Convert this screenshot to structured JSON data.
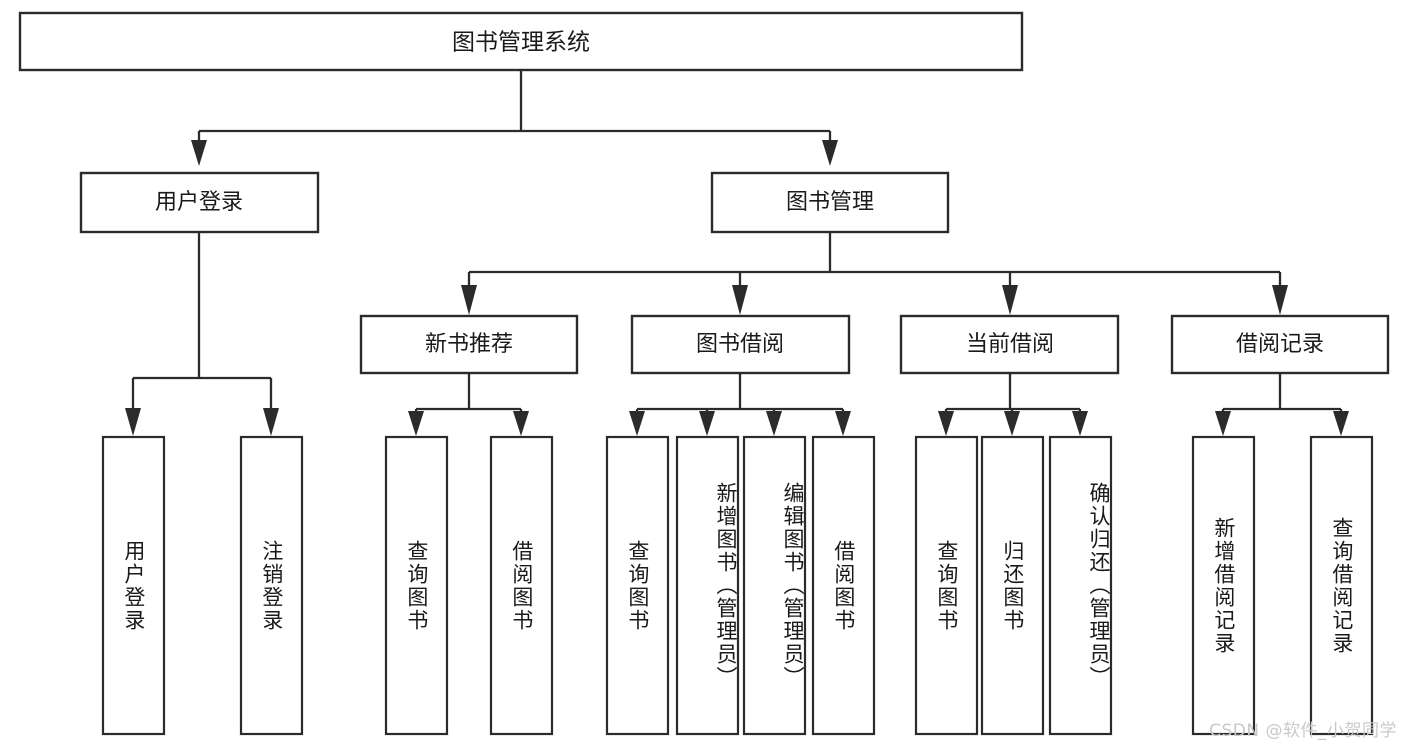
{
  "diagram": {
    "type": "tree",
    "title": "图书管理系统",
    "orientation": "top-down",
    "colors": {
      "box_stroke": "#2b2b2b",
      "box_fill": "#ffffff",
      "text": "#1a1a1a",
      "background": "#ffffff",
      "watermark": "#c9c9c9"
    },
    "root": {
      "label": "图书管理系统"
    },
    "level1": [
      {
        "id": "user-login",
        "label": "用户登录"
      },
      {
        "id": "book-management",
        "label": "图书管理"
      }
    ],
    "level2": [
      {
        "id": "new-book-recommend",
        "label": "新书推荐",
        "parent": "book-management"
      },
      {
        "id": "book-borrow",
        "label": "图书借阅",
        "parent": "book-management"
      },
      {
        "id": "current-borrow",
        "label": "当前借阅",
        "parent": "book-management"
      },
      {
        "id": "borrow-record",
        "label": "借阅记录",
        "parent": "book-management"
      }
    ],
    "leaves": {
      "user-login": [
        {
          "id": "leaf-user-login",
          "label": "用户登录"
        },
        {
          "id": "leaf-logout",
          "label": "注销登录"
        }
      ],
      "new-book-recommend": [
        {
          "id": "leaf-query-book-1",
          "label": "查询图书"
        },
        {
          "id": "leaf-borrow-book-1",
          "label": "借阅图书"
        }
      ],
      "book-borrow": [
        {
          "id": "leaf-query-book-2",
          "label": "查询图书"
        },
        {
          "id": "leaf-add-book",
          "label": "新增图书（管理员）"
        },
        {
          "id": "leaf-edit-book",
          "label": "编辑图书（管理员）"
        },
        {
          "id": "leaf-borrow-book-2",
          "label": "借阅图书"
        }
      ],
      "current-borrow": [
        {
          "id": "leaf-query-book-3",
          "label": "查询图书"
        },
        {
          "id": "leaf-return-book",
          "label": "归还图书"
        },
        {
          "id": "leaf-confirm-return",
          "label": "确认归还（管理员）"
        }
      ],
      "borrow-record": [
        {
          "id": "leaf-add-record",
          "label": "新增借阅记录"
        },
        {
          "id": "leaf-query-record",
          "label": "查询借阅记录"
        }
      ]
    }
  },
  "watermark": {
    "text": "CSDN @软件_小贺同学"
  }
}
